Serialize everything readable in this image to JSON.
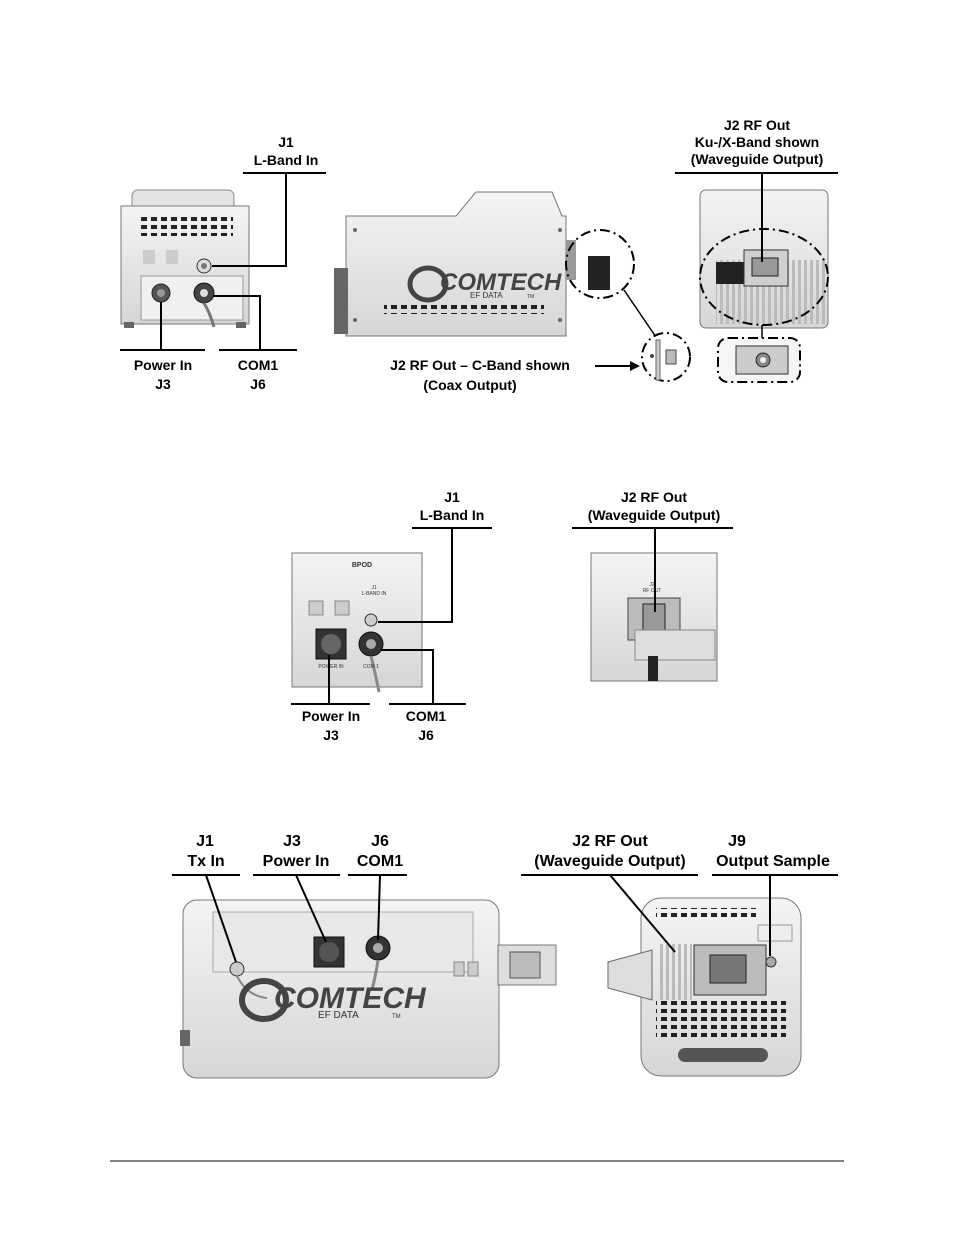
{
  "figure_top": {
    "j1_label": [
      "J1",
      "L-Band In"
    ],
    "power_label": [
      "Power In",
      "J3"
    ],
    "com_label": [
      "COM1",
      "J6"
    ],
    "j2_waveguide_label": [
      "J2 RF Out",
      "Ku-/X-Band shown",
      "(Waveguide Output)"
    ],
    "j2_coax_label": [
      "J2 RF Out – C-Band shown",
      "(Coax Output)"
    ],
    "logo_text": "COMTECH",
    "logo_sub": "EF DATA",
    "logo_tm": "TM"
  },
  "figure_middle": {
    "j1_label": [
      "J1",
      "L-Band In"
    ],
    "j2_label": [
      "J2 RF Out",
      "(Waveguide Output)"
    ],
    "power_label": [
      "Power In",
      "J3"
    ],
    "com_label": [
      "COM1",
      "J6"
    ],
    "unit_name": "BPOD",
    "panel_j1_text": [
      "J1",
      "L-BAND IN"
    ],
    "panel_power_text": "POWER IN",
    "panel_com_text": "COM 1",
    "panel_rf_text": [
      "J2",
      "RF OUT"
    ]
  },
  "figure_bottom": {
    "j1_label": [
      "J1",
      "Tx In"
    ],
    "j3_label": [
      "J3",
      "Power In"
    ],
    "j6_label": [
      "J6",
      "COM1"
    ],
    "j2_label": [
      "J2 RF Out",
      "(Waveguide Output)"
    ],
    "j9_label": [
      "J9",
      "Output Sample"
    ],
    "logo_text": "COMTECH",
    "logo_sub": "EF DATA",
    "logo_tm": "TM"
  }
}
